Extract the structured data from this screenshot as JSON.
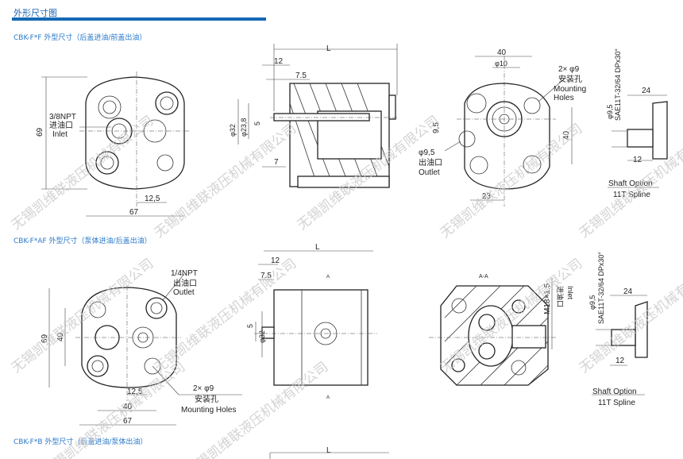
{
  "header": {
    "title": "外形尺寸图"
  },
  "sections": [
    {
      "title": "CBK-F*F 外型尺寸（后盖进油/前盖出油）"
    },
    {
      "title": "CBK-F*AF 外型尺寸（泵体进油/后盖出油）"
    },
    {
      "title": "CBK-F*B 外型尺寸（后盖进油/泵体出油）"
    }
  ],
  "drawing1": {
    "front": {
      "inlet_size": "3/8NPT",
      "inlet_cn": "进油口",
      "inlet_en": "Inlet",
      "height": "69",
      "offset": "12,5",
      "width": "67"
    },
    "section": {
      "length": "L",
      "d12": "12",
      "d7_5": "7.5",
      "phi32": "φ32",
      "phi23_8": "φ23,8",
      "d5": "5",
      "d7": "7"
    },
    "rear": {
      "d40": "40",
      "phi10": "φ10",
      "mount": "2× φ9",
      "mount_cn": "安装孔",
      "mount_en1": "Mounting",
      "mount_en2": "Holes",
      "d9_5": "9,5",
      "outlet_size": "φ9,5",
      "outlet_cn": "出油口",
      "outlet_en": "Outlet",
      "v40": "40",
      "d23": "23"
    },
    "shaft": {
      "spec": "SAE11T-32/64 DPx30°",
      "phi": "φ9,5",
      "d24": "24",
      "d12": "12",
      "title": "Shaft Option",
      "subtitle": "11T Spline"
    }
  },
  "drawing2": {
    "front": {
      "outlet_size": "1/4NPT",
      "outlet_cn": "出油口",
      "outlet_en": "Outlet",
      "height": "69",
      "v40": "40",
      "offset": "12,5",
      "d40": "40",
      "width": "67",
      "mount": "2× φ9",
      "mount_cn": "安装孔",
      "mount_en": "Mounting Holes"
    },
    "side": {
      "length": "L",
      "d12": "12",
      "d7_5": "7.5",
      "phi32": "φ32",
      "d5": "5",
      "sec_mark": "A"
    },
    "section": {
      "title": "A-A",
      "thread": "M18×1.5",
      "inlet_cn": "进油口",
      "inlet_en": "Inlet"
    },
    "shaft": {
      "spec": "SAE11T-32/64 DPx30°",
      "phi": "φ9,5",
      "d24": "24",
      "d12": "12",
      "title": "Shaft Option",
      "subtitle": "11T Spline"
    }
  },
  "drawing3": {
    "length": "L"
  },
  "watermark": "无锡凯维联液压机械有限公司"
}
